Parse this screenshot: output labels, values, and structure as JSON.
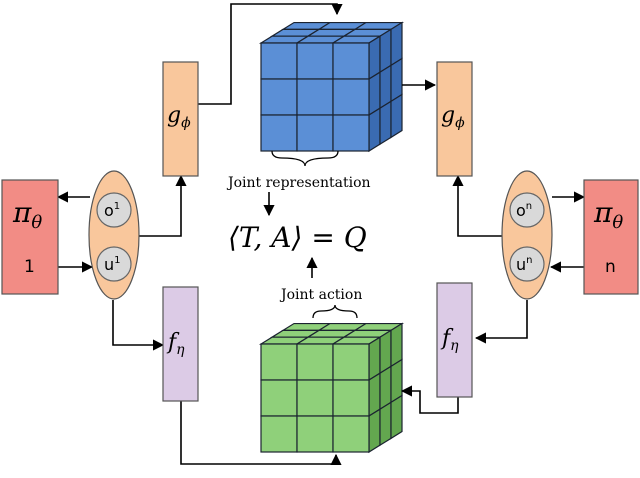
{
  "colors": {
    "policy_fill": "#f28c85",
    "ellipse_fill": "#f9c79c",
    "g_box_fill": "#f9c79c",
    "f_box_fill": "#dccbe6",
    "circle_fill": "#d9d9d9",
    "cube_blue": "#5b8fd6",
    "cube_blue_dark": "#3a6bb2",
    "cube_green": "#8fd07a",
    "cube_green_dark": "#63a74f"
  },
  "left_agent": {
    "policy_symbol": "π",
    "policy_sub": "θ",
    "index": "1",
    "obs_label": "o",
    "obs_sup": "1",
    "act_label": "u",
    "act_sup": "1",
    "g_symbol": "g",
    "g_sub": "ϕ",
    "f_symbol": "f",
    "f_sub": "η"
  },
  "right_agent": {
    "policy_symbol": "π",
    "policy_sub": "θ",
    "index": "n",
    "obs_label": "o",
    "obs_sup": "n",
    "act_label": "u",
    "act_sup": "n",
    "g_symbol": "g",
    "g_sub": "ϕ",
    "f_symbol": "f",
    "f_sub": "η"
  },
  "center": {
    "joint_representation": "Joint representation",
    "joint_action": "Joint action",
    "equation": "⟨T, A⟩ = Q"
  }
}
